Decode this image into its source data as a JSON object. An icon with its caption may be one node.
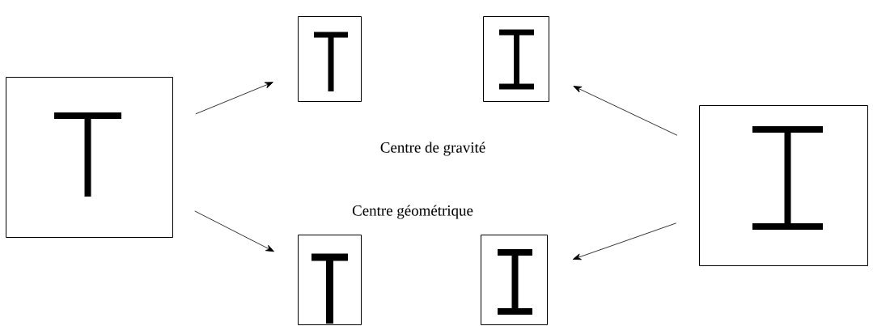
{
  "diagram": {
    "nodes": [
      {
        "text": [],
        "shape": "box"
      },
      {
        "text": [],
        "shape": "box"
      },
      {
        "text": [],
        "shape": "box"
      },
      {
        "text": [],
        "shape": "box"
      },
      {
        "text": [],
        "shape": "box"
      },
      {
        "text": [],
        "shape": "box"
      }
    ],
    "edges": [
      {
        "from": 0,
        "to": 1,
        "arrow": "to"
      },
      {
        "from": 0,
        "to": 4,
        "arrow": "to"
      },
      {
        "from": 3,
        "to": 2,
        "arrow": "to"
      },
      {
        "from": 3,
        "to": 5,
        "arrow": "to"
      }
    ],
    "labels": [
      "Centre de gravité",
      "Centre géométrique"
    ]
  }
}
